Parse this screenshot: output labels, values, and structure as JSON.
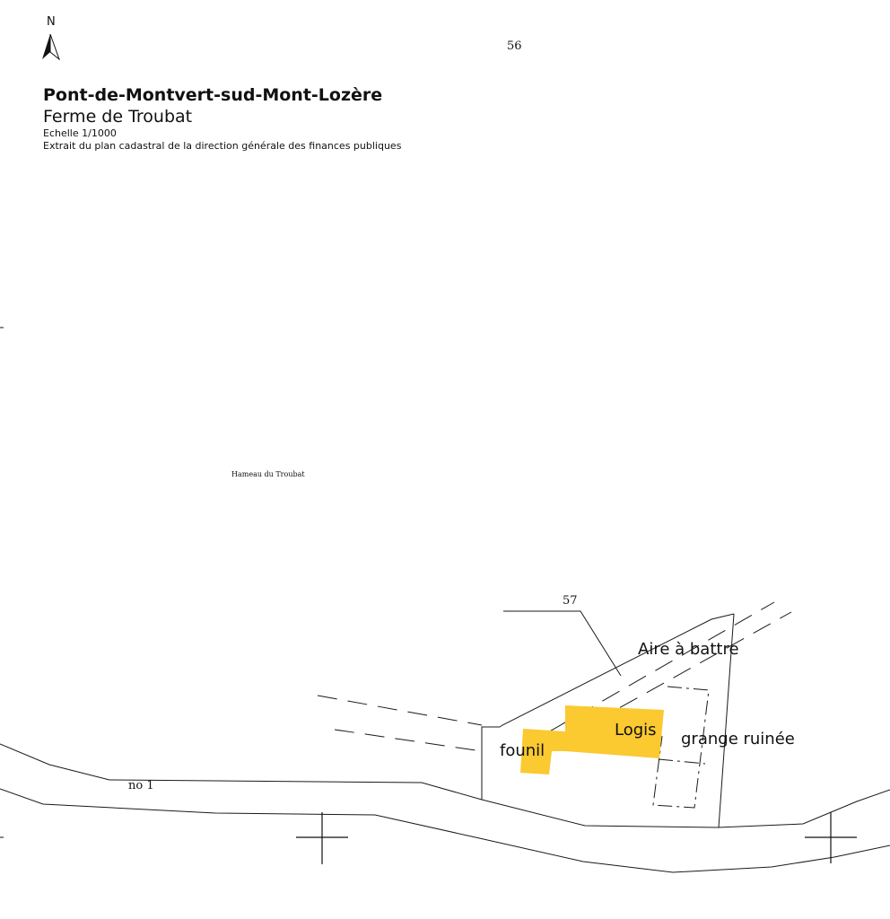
{
  "header": {
    "title": "Pont-de-Montvert-sud-Mont-Lozère",
    "subtitle": "Ferme de Troubat",
    "scale": "Echelle 1/1000",
    "source": "Extrait du plan cadastral de la direction générale des finances publiques"
  },
  "page_number": "56",
  "north": "N",
  "map": {
    "hamlet": "Hameau du Troubat",
    "road": "no 1",
    "parcel": "57",
    "labels": {
      "aire": "Aire à battre",
      "logis": "Logis",
      "grange": "grange ruinée",
      "founil": "founil"
    },
    "colors": {
      "building_fill": "#fbc930",
      "line": "#1a1a1a"
    }
  }
}
